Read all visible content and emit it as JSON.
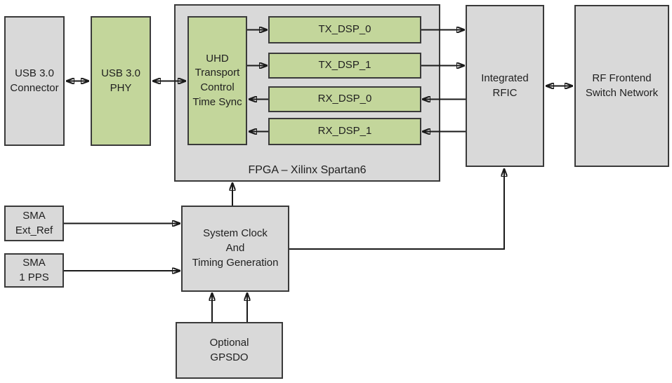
{
  "colors": {
    "block_gray": "#d9d9d9",
    "block_green": "#c3d69b",
    "border_color": "#3a3a3a",
    "arrow_color": "#1a1a1a",
    "text_color": "#1f1f1f"
  },
  "blocks": {
    "usb_connector": {
      "label": "USB 3.0\nConnector"
    },
    "usb_phy": {
      "label": "USB 3.0\nPHY"
    },
    "fpga": {
      "label": "FPGA – Xilinx Spartan6"
    },
    "uhd_transport": {
      "label": "UHD\nTransport\nControl\nTime Sync"
    },
    "tx_dsp_0": {
      "label": "TX_DSP_0"
    },
    "tx_dsp_1": {
      "label": "TX_DSP_1"
    },
    "rx_dsp_0": {
      "label": "RX_DSP_0"
    },
    "rx_dsp_1": {
      "label": "RX_DSP_1"
    },
    "integrated_rfic": {
      "label": "Integrated\nRFIC"
    },
    "rf_frontend": {
      "label": "RF Frontend\nSwitch Network"
    },
    "sma_ext_ref": {
      "label": "SMA\nExt_Ref"
    },
    "sma_1pps": {
      "label": "SMA\n1 PPS"
    },
    "system_clock": {
      "label": "System Clock\nAnd\nTiming Generation"
    },
    "gpsdo": {
      "label": "Optional\nGPSDO"
    }
  },
  "connections": [
    {
      "from": "usb_connector",
      "to": "usb_phy",
      "direction": "bidirectional"
    },
    {
      "from": "usb_phy",
      "to": "uhd_transport",
      "direction": "bidirectional"
    },
    {
      "from": "uhd_transport",
      "to": "tx_dsp_0",
      "direction": "forward"
    },
    {
      "from": "uhd_transport",
      "to": "tx_dsp_1",
      "direction": "forward"
    },
    {
      "from": "rx_dsp_0",
      "to": "uhd_transport",
      "direction": "forward"
    },
    {
      "from": "rx_dsp_1",
      "to": "uhd_transport",
      "direction": "forward"
    },
    {
      "from": "tx_dsp_0",
      "to": "integrated_rfic",
      "direction": "forward"
    },
    {
      "from": "tx_dsp_1",
      "to": "integrated_rfic",
      "direction": "forward"
    },
    {
      "from": "integrated_rfic",
      "to": "rx_dsp_0",
      "direction": "forward"
    },
    {
      "from": "integrated_rfic",
      "to": "rx_dsp_1",
      "direction": "forward"
    },
    {
      "from": "integrated_rfic",
      "to": "rf_frontend",
      "direction": "bidirectional"
    },
    {
      "from": "system_clock",
      "to": "fpga",
      "direction": "forward"
    },
    {
      "from": "system_clock",
      "to": "integrated_rfic",
      "direction": "forward"
    },
    {
      "from": "sma_ext_ref",
      "to": "system_clock",
      "direction": "forward"
    },
    {
      "from": "sma_1pps",
      "to": "system_clock",
      "direction": "forward"
    },
    {
      "from": "gpsdo",
      "to": "system_clock",
      "direction": "forward",
      "lines": 2
    }
  ]
}
